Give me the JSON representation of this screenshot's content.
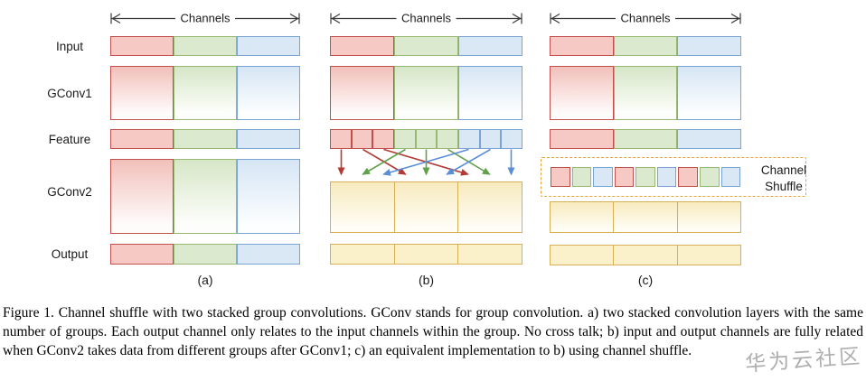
{
  "figure": {
    "row_labels": [
      "Input",
      "GConv1",
      "Feature",
      "GConv2",
      "Output"
    ],
    "channels_label": "Channels",
    "panel_captions": {
      "a": "(a)",
      "b": "(b)",
      "c": "(c)"
    },
    "channel_shuffle_label": "Channel Shuffle",
    "groups": [
      "red",
      "green",
      "blue"
    ],
    "feature_b_cells": [
      "red",
      "red",
      "red",
      "green",
      "green",
      "green",
      "blue",
      "blue",
      "blue"
    ],
    "shuffle_pattern": [
      "red",
      "green",
      "blue",
      "red",
      "green",
      "blue",
      "red",
      "green",
      "blue"
    ],
    "arrows_b": [
      {
        "color": "red",
        "from": 12,
        "to": 12
      },
      {
        "color": "red",
        "from": 36,
        "to": 83
      },
      {
        "color": "red",
        "from": 59,
        "to": 152
      },
      {
        "color": "green",
        "from": 83,
        "to": 36
      },
      {
        "color": "green",
        "from": 106,
        "to": 106
      },
      {
        "color": "green",
        "from": 130,
        "to": 176
      },
      {
        "color": "blue",
        "from": 153,
        "to": 59
      },
      {
        "color": "blue",
        "from": 177,
        "to": 129
      },
      {
        "color": "blue",
        "from": 200,
        "to": 200
      }
    ],
    "palette": {
      "red_fill": "#f6c9c4",
      "red_border": "#c0504d",
      "green_fill": "#dbe9ce",
      "green_border": "#99b871",
      "blue_fill": "#dae8f6",
      "blue_border": "#7aa4d4",
      "yellow_fill": "#faf0ca",
      "yellow_border": "#d4b155",
      "shuffle_box_border": "#e8a33d",
      "arrow_red": "#b23b36",
      "arrow_green": "#61a14b",
      "arrow_blue": "#5a8ed6"
    }
  },
  "caption": "Figure 1. Channel shuffle with two stacked group convolutions.  GConv stands for group convolution.  a) two stacked convolution layers with the same number of groups.  Each output channel only relates to the input channels within the group.  No cross talk; b) input and output channels are fully related when GConv2 takes data from different groups after GConv1; c) an equivalent implementation to b) using channel shuffle.",
  "watermark": "华为云社区"
}
